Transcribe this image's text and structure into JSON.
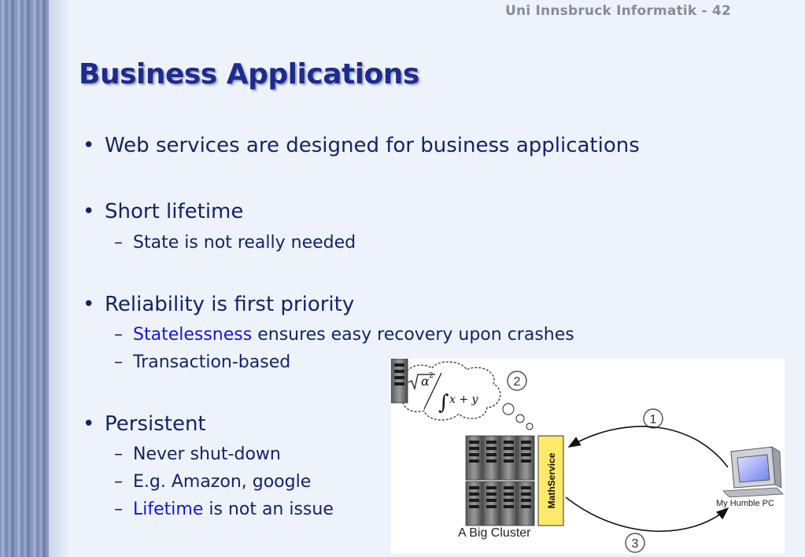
{
  "header": {
    "text": "Uni Innsbruck Informatik - 42"
  },
  "title": "Business Applications",
  "bullets": [
    {
      "text": "Web services are designed for business applications",
      "subs": []
    },
    {
      "text": "Short lifetime",
      "subs": [
        {
          "text": "State is not really needed"
        }
      ]
    },
    {
      "text": "Reliability is first priority",
      "subs": [
        {
          "highlight": "Statelessness",
          "text": " ensures easy recovery upon crashes"
        },
        {
          "text": "Transaction-based"
        }
      ]
    },
    {
      "text": "Persistent",
      "subs": [
        {
          "text": "Never shut-down"
        },
        {
          "text": "E.g. Amazon, google"
        },
        {
          "highlight": "Lifetime",
          "text": " is not an issue"
        }
      ]
    }
  ],
  "figure": {
    "cluster_label": "A Big Cluster",
    "service_label": "MathService",
    "pc_label": "My Humble PC",
    "steps": [
      "1",
      "2",
      "3"
    ],
    "formula": {
      "sqrt_var": "α",
      "exp": "2",
      "integrand": "x + y"
    }
  },
  "colors": {
    "title": "#1d2b8c",
    "text": "#14236b",
    "highlight": "#1515e0",
    "service_box": "#ffe96a"
  }
}
